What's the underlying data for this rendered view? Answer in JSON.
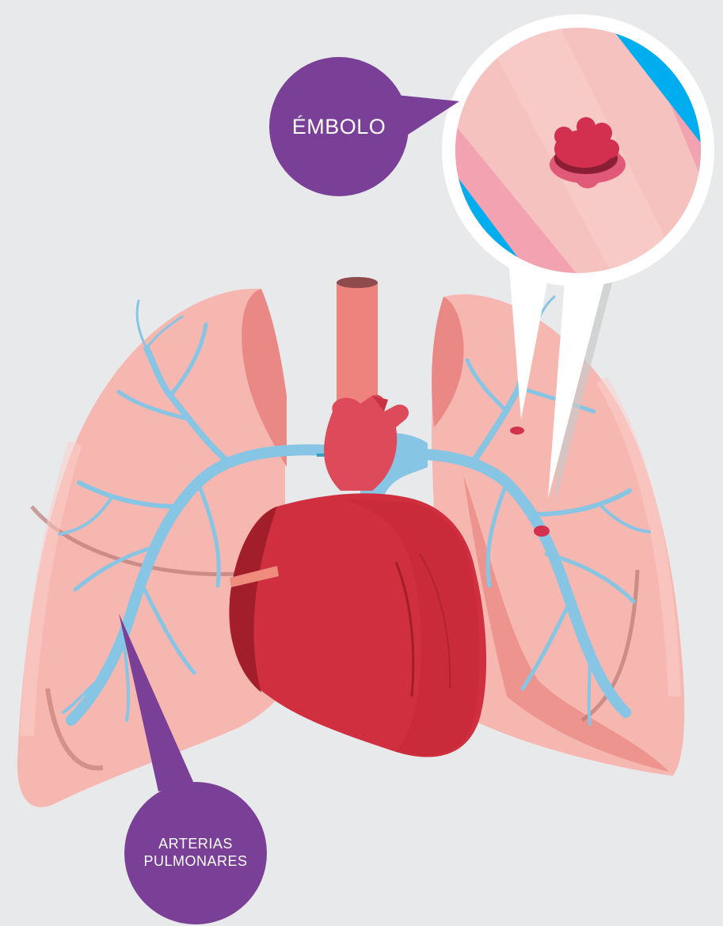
{
  "labels": {
    "embolus": "ÉMBOLO",
    "arteries_line1": "ARTERIAS",
    "arteries_line2": "PULMONARES"
  },
  "colors": {
    "background": "#e8e9eb",
    "label_purple": "#7a3f97",
    "lung_light": "#f7b7b1",
    "lung_mid": "#f2a39e",
    "lung_dark": "#e98884",
    "artery_blue": "#86c5e3",
    "artery_dark": "#3b9cc2",
    "heart_red": "#cf2f3e",
    "heart_dark": "#a21e2b",
    "aorta_pink": "#ee837d",
    "vessel_blue": "#00aeef",
    "clot_red": "#d32f4f"
  }
}
